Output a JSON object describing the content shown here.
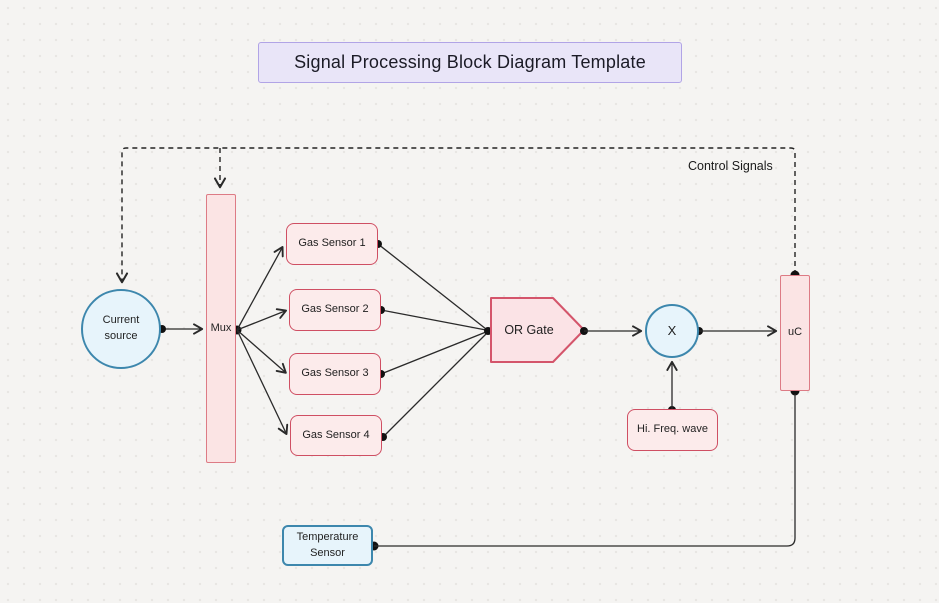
{
  "title": "Signal Processing Block Diagram Template",
  "annotations": {
    "control_signals": "Control Signals"
  },
  "nodes": {
    "current_source": {
      "line1": "Current",
      "line2": "source",
      "shape": "circle"
    },
    "mux": {
      "label": "Mux",
      "shape": "tall-rect"
    },
    "gas_sensor_1": {
      "label": "Gas Sensor 1",
      "shape": "rounded-rect"
    },
    "gas_sensor_2": {
      "label": "Gas Sensor 2",
      "shape": "rounded-rect"
    },
    "gas_sensor_3": {
      "label": "Gas Sensor 3",
      "shape": "rounded-rect"
    },
    "gas_sensor_4": {
      "label": "Gas Sensor 4",
      "shape": "rounded-rect"
    },
    "or_gate": {
      "label": "OR Gate",
      "shape": "pentagon"
    },
    "multiplier": {
      "label": "X",
      "shape": "circle"
    },
    "hi_freq_wave": {
      "label": "Hi. Freq. wave",
      "shape": "rounded-rect"
    },
    "uc": {
      "label": "uC",
      "shape": "tall-rect"
    },
    "temperature_sensor": {
      "line1": "Temperature",
      "line2": "Sensor",
      "shape": "rounded-rect"
    }
  },
  "edges": [
    {
      "from": "uc",
      "to": "current_source",
      "style": "dashed",
      "label": "Control Signals"
    },
    {
      "from": "uc",
      "to": "mux",
      "style": "dashed"
    },
    {
      "from": "current_source",
      "to": "mux",
      "style": "solid"
    },
    {
      "from": "mux",
      "to": "gas_sensor_1",
      "style": "solid"
    },
    {
      "from": "mux",
      "to": "gas_sensor_2",
      "style": "solid"
    },
    {
      "from": "mux",
      "to": "gas_sensor_3",
      "style": "solid"
    },
    {
      "from": "mux",
      "to": "gas_sensor_4",
      "style": "solid"
    },
    {
      "from": "gas_sensor_1",
      "to": "or_gate",
      "style": "solid"
    },
    {
      "from": "gas_sensor_2",
      "to": "or_gate",
      "style": "solid"
    },
    {
      "from": "gas_sensor_3",
      "to": "or_gate",
      "style": "solid"
    },
    {
      "from": "gas_sensor_4",
      "to": "or_gate",
      "style": "solid"
    },
    {
      "from": "or_gate",
      "to": "multiplier",
      "style": "solid"
    },
    {
      "from": "multiplier",
      "to": "uc",
      "style": "solid"
    },
    {
      "from": "hi_freq_wave",
      "to": "multiplier",
      "style": "solid"
    },
    {
      "from": "temperature_sensor",
      "to": "uc",
      "style": "solid"
    }
  ],
  "colors": {
    "canvas_bg": "#f5f4f2",
    "pink_fill": "#fcebeb",
    "pink_border": "#cf4f63",
    "soft_pink_border": "#dd7b85",
    "blue_fill": "#e7f4fb",
    "blue_border": "#3d87ad",
    "title_fill": "#e9e5f8",
    "title_border": "#b1a4e6",
    "line": "#2a2a2a"
  }
}
